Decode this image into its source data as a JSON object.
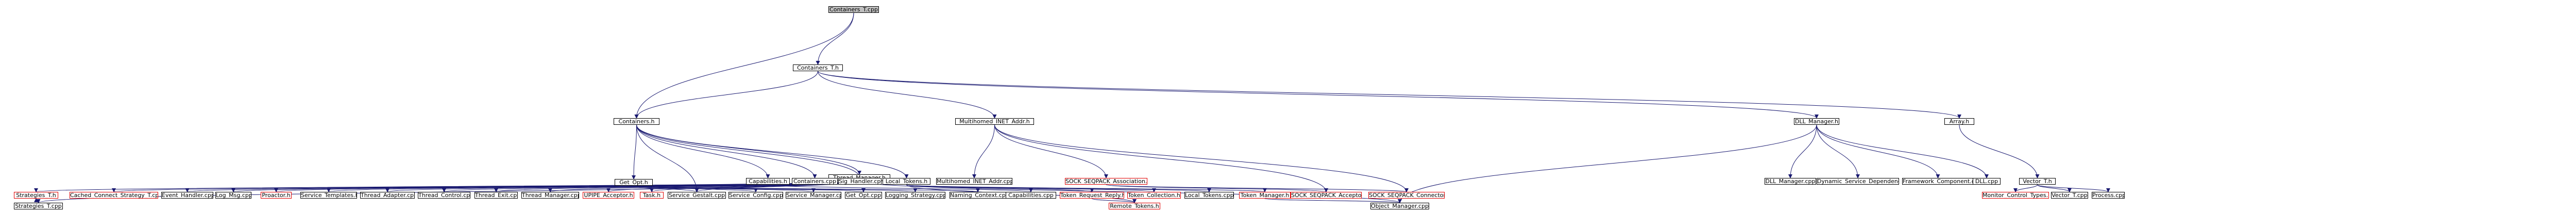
{
  "graph": {
    "nodes": [
      {
        "id": "n0",
        "label": "Containers_T.cpp",
        "style": "root"
      },
      {
        "id": "n1",
        "label": "Containers_T.h",
        "style": "normal"
      },
      {
        "id": "n2",
        "label": "Containers.h",
        "style": "normal"
      },
      {
        "id": "n3",
        "label": "Multihomed_INET_Addr.h",
        "style": "normal"
      },
      {
        "id": "n4",
        "label": "DLL_Manager.h",
        "style": "normal"
      },
      {
        "id": "n5",
        "label": "Array.h",
        "style": "normal"
      },
      {
        "id": "n6",
        "label": "Thread_Manager.h",
        "style": "normal"
      },
      {
        "id": "n7",
        "label": "Get_Opt.h",
        "style": "normal"
      },
      {
        "id": "n8",
        "label": "Capabilities.h",
        "style": "normal"
      },
      {
        "id": "n9",
        "label": "Containers.cpp",
        "style": "normal"
      },
      {
        "id": "n10",
        "label": "Sig_Handler.cpp",
        "style": "normal"
      },
      {
        "id": "n11",
        "label": "Local_Tokens.h",
        "style": "normal"
      },
      {
        "id": "n12",
        "label": "Multihomed_INET_Addr.cpp",
        "style": "normal"
      },
      {
        "id": "n13",
        "label": "SOCK_SEQPACK_Association.h",
        "style": "missing"
      },
      {
        "id": "n14",
        "label": "DLL_Manager.cpp",
        "style": "normal"
      },
      {
        "id": "n15",
        "label": "Dynamic_Service_Dependency.cpp",
        "style": "normal"
      },
      {
        "id": "n16",
        "label": "Framework_Component.cpp",
        "style": "normal"
      },
      {
        "id": "n17",
        "label": "DLL.cpp",
        "style": "normal"
      },
      {
        "id": "n18",
        "label": "Vector_T.h",
        "style": "normal"
      },
      {
        "id": "n19",
        "label": "Strategies_T.h",
        "style": "missing"
      },
      {
        "id": "n20",
        "label": "Cached_Connect_Strategy_T.cpp",
        "style": "missing"
      },
      {
        "id": "n21",
        "label": "Event_Handler.cpp",
        "style": "normal"
      },
      {
        "id": "n22",
        "label": "Log_Msg.cpp",
        "style": "normal"
      },
      {
        "id": "n23",
        "label": "Proactor.h",
        "style": "missing"
      },
      {
        "id": "n24",
        "label": "Service_Templates.h",
        "style": "normal"
      },
      {
        "id": "n25",
        "label": "Thread_Adapter.cpp",
        "style": "normal"
      },
      {
        "id": "n26",
        "label": "Thread_Control.cpp",
        "style": "normal"
      },
      {
        "id": "n27",
        "label": "Thread_Exit.cpp",
        "style": "normal"
      },
      {
        "id": "n28",
        "label": "Thread_Manager.cpp",
        "style": "normal"
      },
      {
        "id": "n29",
        "label": "UPIPE_Acceptor.h",
        "style": "missing"
      },
      {
        "id": "n30",
        "label": "Task.h",
        "style": "missing"
      },
      {
        "id": "n31",
        "label": "Service_Gestalt.cpp",
        "style": "normal"
      },
      {
        "id": "n32",
        "label": "Service_Config.cpp",
        "style": "normal"
      },
      {
        "id": "n33",
        "label": "Service_Manager.cpp",
        "style": "normal"
      },
      {
        "id": "n34",
        "label": "Get_Opt.cpp",
        "style": "normal"
      },
      {
        "id": "n35",
        "label": "Logging_Strategy.cpp",
        "style": "normal"
      },
      {
        "id": "n36",
        "label": "Naming_Context.cpp",
        "style": "normal"
      },
      {
        "id": "n37",
        "label": "Capabilities.cpp",
        "style": "normal"
      },
      {
        "id": "n38",
        "label": "Token_Request_Reply.h",
        "style": "missing"
      },
      {
        "id": "n39",
        "label": "Token_Collection.h",
        "style": "missing"
      },
      {
        "id": "n40",
        "label": "Local_Tokens.cpp",
        "style": "normal"
      },
      {
        "id": "n41",
        "label": "Token_Manager.h",
        "style": "missing"
      },
      {
        "id": "n42",
        "label": "SOCK_SEQPACK_Acceptor.h",
        "style": "missing"
      },
      {
        "id": "n43",
        "label": "SOCK_SEQPACK_Connector.h",
        "style": "missing"
      },
      {
        "id": "n44",
        "label": "Monitor_Control_Types.h",
        "style": "missing"
      },
      {
        "id": "n45",
        "label": "Vector_T.cpp",
        "style": "normal"
      },
      {
        "id": "n46",
        "label": "Process.cpp",
        "style": "normal"
      },
      {
        "id": "n47",
        "label": "Strategies_T.cpp",
        "style": "normal"
      },
      {
        "id": "n48",
        "label": "Remote_Tokens.h",
        "style": "missing"
      },
      {
        "id": "n49",
        "label": "Object_Manager.cpp",
        "style": "normal"
      }
    ],
    "edges": [
      [
        "n0",
        "n1"
      ],
      [
        "n0",
        "n2"
      ],
      [
        "n1",
        "n2"
      ],
      [
        "n1",
        "n3"
      ],
      [
        "n1",
        "n4"
      ],
      [
        "n1",
        "n5"
      ],
      [
        "n2",
        "n6"
      ],
      [
        "n2",
        "n7"
      ],
      [
        "n2",
        "n8"
      ],
      [
        "n2",
        "n9"
      ],
      [
        "n2",
        "n10"
      ],
      [
        "n2",
        "n11"
      ],
      [
        "n2",
        "n31"
      ],
      [
        "n3",
        "n12"
      ],
      [
        "n3",
        "n13"
      ],
      [
        "n3",
        "n42"
      ],
      [
        "n3",
        "n43"
      ],
      [
        "n4",
        "n14"
      ],
      [
        "n4",
        "n15"
      ],
      [
        "n4",
        "n16"
      ],
      [
        "n4",
        "n17"
      ],
      [
        "n4",
        "n49"
      ],
      [
        "n5",
        "n18"
      ],
      [
        "n6",
        "n19"
      ],
      [
        "n6",
        "n20"
      ],
      [
        "n6",
        "n21"
      ],
      [
        "n6",
        "n22"
      ],
      [
        "n6",
        "n23"
      ],
      [
        "n6",
        "n24"
      ],
      [
        "n6",
        "n25"
      ],
      [
        "n6",
        "n26"
      ],
      [
        "n6",
        "n27"
      ],
      [
        "n6",
        "n28"
      ],
      [
        "n6",
        "n29"
      ],
      [
        "n6",
        "n30"
      ],
      [
        "n6",
        "n31"
      ],
      [
        "n6",
        "n47"
      ],
      [
        "n6",
        "n49"
      ],
      [
        "n7",
        "n31"
      ],
      [
        "n7",
        "n32"
      ],
      [
        "n7",
        "n33"
      ],
      [
        "n7",
        "n34"
      ],
      [
        "n7",
        "n35"
      ],
      [
        "n7",
        "n36"
      ],
      [
        "n8",
        "n37"
      ],
      [
        "n11",
        "n38"
      ],
      [
        "n11",
        "n39"
      ],
      [
        "n11",
        "n40"
      ],
      [
        "n11",
        "n41"
      ],
      [
        "n11",
        "n48"
      ],
      [
        "n13",
        "n42"
      ],
      [
        "n13",
        "n43"
      ],
      [
        "n18",
        "n44"
      ],
      [
        "n18",
        "n45"
      ],
      [
        "n18",
        "n46"
      ],
      [
        "n19",
        "n47"
      ],
      [
        "n47",
        "n19"
      ],
      [
        "n38",
        "n48"
      ],
      [
        "n41",
        "n49"
      ]
    ]
  }
}
